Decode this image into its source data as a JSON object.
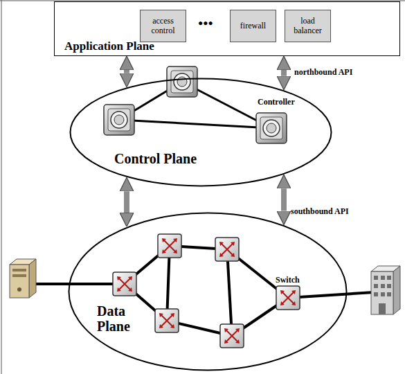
{
  "diagram": {
    "nodes": [
      {
        "text": [
          "Application Plane"
        ]
      },
      {
        "text": [
          "access control"
        ],
        "in": 0
      },
      {
        "text": [
          "firewall"
        ],
        "in": 0
      },
      {
        "text": [
          "load balancer"
        ],
        "in": 0
      },
      {
        "text": [
          "Control Plane"
        ]
      },
      {
        "text": [
          "Data Plane"
        ]
      }
    ],
    "edges": [
      {
        "from": 0,
        "to": 4,
        "arrow": "both"
      },
      {
        "from": 0,
        "to": 4,
        "arrow": "both",
        "label": "northbound API"
      },
      {
        "from": 4,
        "to": 5,
        "arrow": "both"
      },
      {
        "from": 4,
        "to": 5,
        "arrow": "both",
        "label": "southbound API"
      }
    ],
    "labels": [
      "●●●",
      "Controller",
      "Switch"
    ]
  }
}
